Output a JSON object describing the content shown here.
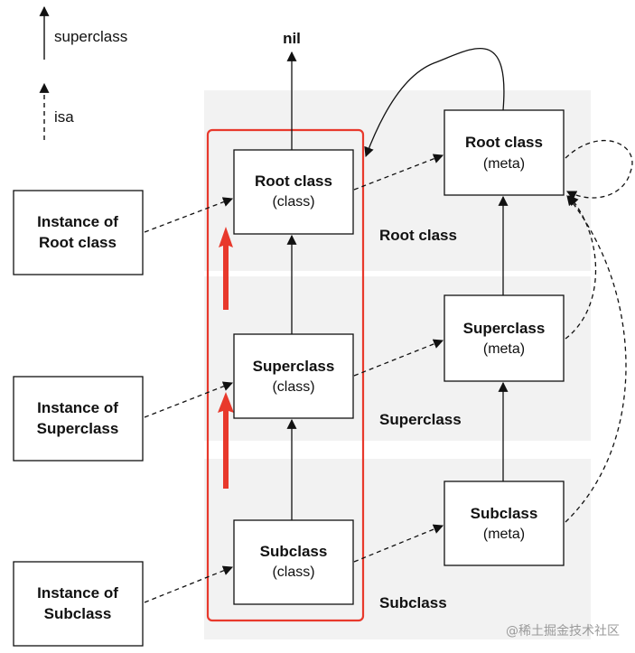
{
  "legend": {
    "superclass_label": "superclass",
    "isa_label": "isa"
  },
  "nil_label": "nil",
  "instances": {
    "root": {
      "line1": "Instance of",
      "line2": "Root class"
    },
    "superclass": {
      "line1": "Instance of",
      "line2": "Superclass"
    },
    "subclass": {
      "line1": "Instance of",
      "line2": "Subclass"
    }
  },
  "classes": {
    "root": {
      "title": "Root class",
      "sub": "(class)"
    },
    "superclass": {
      "title": "Superclass",
      "sub": "(class)"
    },
    "subclass": {
      "title": "Subclass",
      "sub": "(class)"
    }
  },
  "metas": {
    "root": {
      "title": "Root class",
      "sub": "(meta)"
    },
    "superclass": {
      "title": "Superclass",
      "sub": "(meta)"
    },
    "subclass": {
      "title": "Subclass",
      "sub": "(meta)"
    }
  },
  "row_labels": {
    "root": "Root class",
    "superclass": "Superclass",
    "subclass": "Subclass"
  },
  "highlight_color": "#e8392c",
  "watermark": "@稀土掘金技术社区"
}
